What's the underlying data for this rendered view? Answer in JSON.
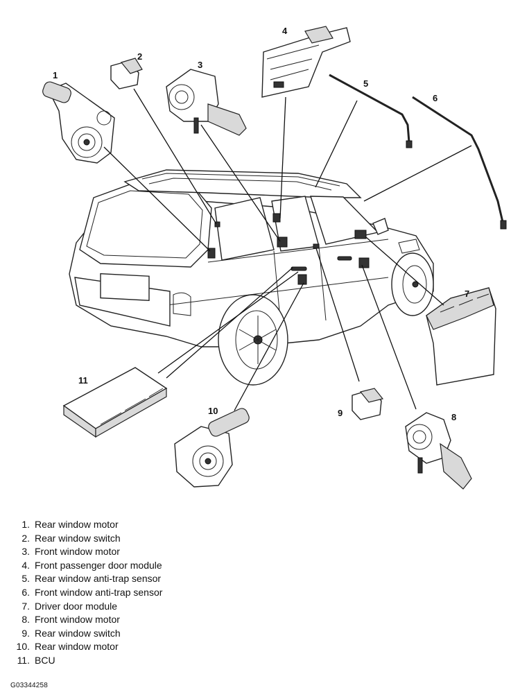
{
  "callouts": [
    "1",
    "2",
    "3",
    "4",
    "5",
    "6",
    "7",
    "8",
    "9",
    "10",
    "11"
  ],
  "legend": [
    {
      "number": "1.",
      "label": "Rear window motor"
    },
    {
      "number": "2.",
      "label": "Rear window switch"
    },
    {
      "number": "3.",
      "label": "Front window motor"
    },
    {
      "number": "4.",
      "label": "Front passenger door module"
    },
    {
      "number": "5.",
      "label": "Rear window anti-trap sensor"
    },
    {
      "number": "6.",
      "label": "Front window anti-trap sensor"
    },
    {
      "number": "7.",
      "label": "Driver door module"
    },
    {
      "number": "8.",
      "label": "Front window motor"
    },
    {
      "number": "9.",
      "label": "Rear window switch"
    },
    {
      "number": "10.",
      "label": "Rear window motor"
    },
    {
      "number": "11.",
      "label": "BCU"
    }
  ],
  "figure_id": "G03344258"
}
